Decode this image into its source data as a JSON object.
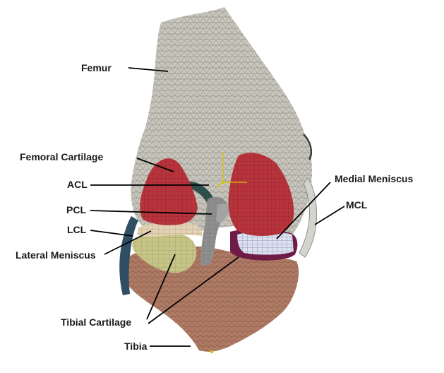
{
  "diagram": {
    "labels": {
      "femur": "Femur",
      "femoral_cartilage": "Femoral Cartilage",
      "acl": "ACL",
      "pcl": "PCL",
      "lcl": "LCL",
      "lateral_meniscus": "Lateral Meniscus",
      "medial_meniscus": "Medial Meniscus",
      "mcl": "MCL",
      "tibial_cartilage": "Tibial Cartilage",
      "tibia": "Tibia"
    },
    "colors": {
      "femur": "#c9c7bd",
      "femoral_cartilage": "#b8343c",
      "acl_pcl": "#8e8e8e",
      "lcl": "#2f4e63",
      "acl_band": "#2d4f4b",
      "lateral_meniscus": "#e3d2b2",
      "medial_meniscus": "#dde0ee",
      "medial_meniscus_rim": "#6e1b45",
      "mcl": "#d4d4cf",
      "tibial_cartilage": "#c7c585",
      "tibia": "#b27d66"
    }
  }
}
